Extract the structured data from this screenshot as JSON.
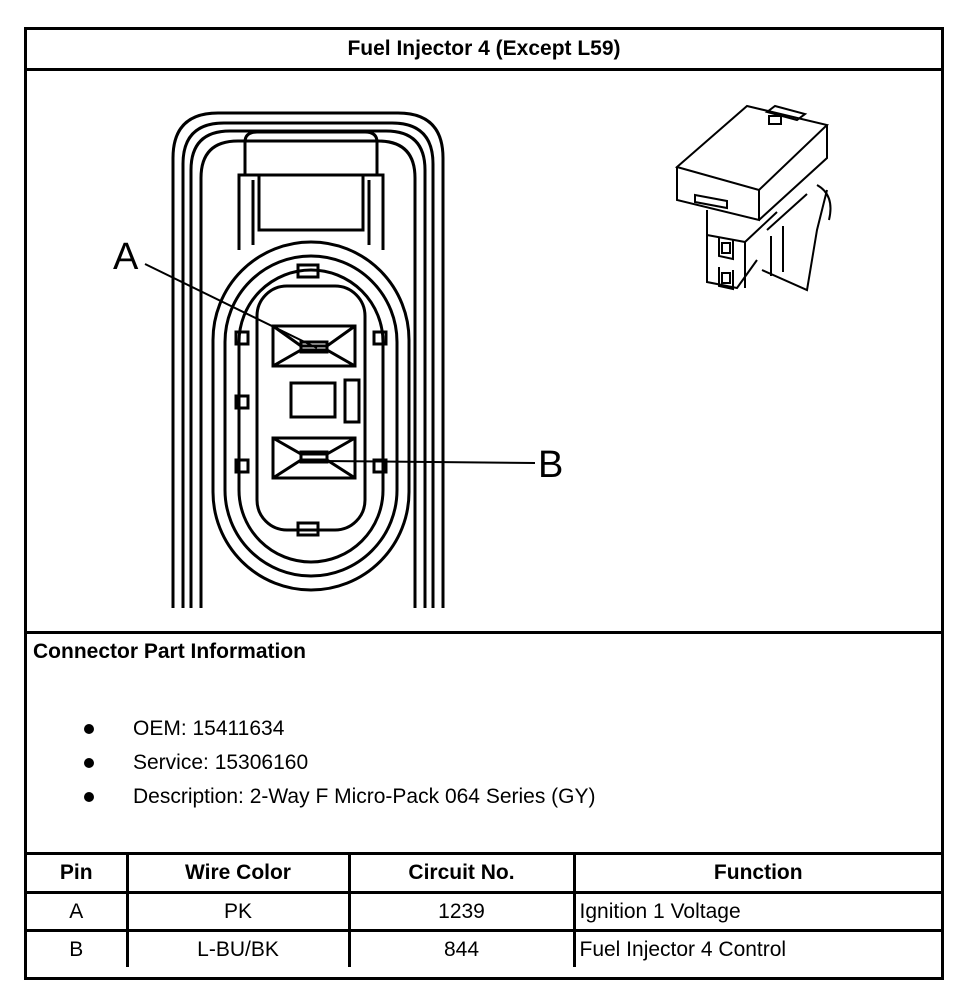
{
  "title": "Fuel Injector 4 (Except L59)",
  "diagram": {
    "pin_labels": [
      "A",
      "B"
    ]
  },
  "connector_info": {
    "heading": "Connector Part Information",
    "items": [
      "OEM: 15411634",
      "Service: 15306160",
      "Description: 2-Way F Micro-Pack 064 Series (GY)"
    ]
  },
  "pin_table": {
    "headers": [
      "Pin",
      "Wire Color",
      "Circuit No.",
      "Function"
    ],
    "rows": [
      [
        "A",
        "PK",
        "1239",
        "Ignition 1 Voltage"
      ],
      [
        "B",
        "L-BU/BK",
        "844",
        "Fuel Injector 4 Control"
      ]
    ]
  }
}
